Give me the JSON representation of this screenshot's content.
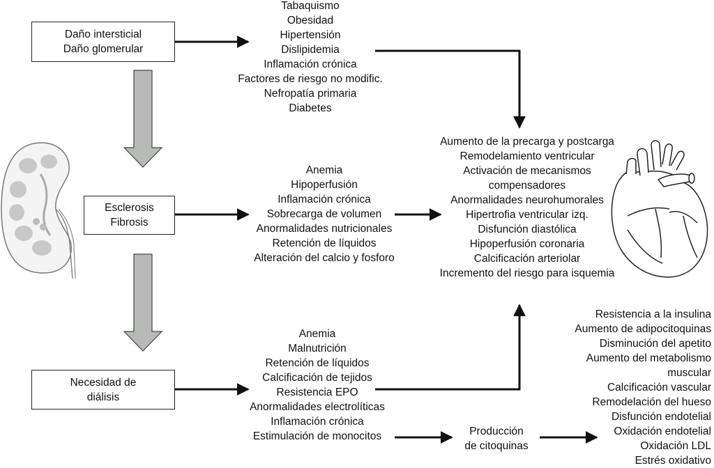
{
  "boxes": {
    "damage": [
      "Daño intersticial",
      "Daño glomerular"
    ],
    "sclerosis": [
      "Esclerosis",
      "Fibrosis"
    ],
    "dialysis": [
      "Necesidad de",
      "diálisis"
    ]
  },
  "lists": {
    "risk_factors": [
      "Tabaquismo",
      "Obesidad",
      "Hipertensión",
      "Dislipidemia",
      "Inflamación crónica",
      "Factores de riesgo no modific.",
      "Nefropatía primaria",
      "Diabetes"
    ],
    "sclerosis_effects": [
      "Anemia",
      "Hipoperfusión",
      "Inflamación crónica",
      "Sobrecarga de volumen",
      "Anormalidades nutricionales",
      "Retención de líquidos",
      "Alteración del calcio y fosforo"
    ],
    "cardiac_effects": [
      "Aumento de la precarga y postcarga",
      "Remodelamiento ventricular",
      "Activación de mecanismos",
      "compensadores",
      "Anormalidades neurohumorales",
      "Hipertrofia ventricular izq.",
      "Disfunción diastólica",
      "Hipoperfusión coronaria",
      "Calcificación arteriolar",
      "Incremento del riesgo para isquemia"
    ],
    "dialysis_effects": [
      "Anemia",
      "Malnutrición",
      "Retención de líquidos",
      "Calcificación de tejidos",
      "Resistencia EPO",
      "Anormalidades electrolíticas",
      "Inflamación crónica",
      "Estimulación de monocitos"
    ],
    "cytokines": [
      "Producción",
      "de citoquinas"
    ],
    "cytokine_effects": [
      "Resistencia a la insulina",
      "Aumento de adipocitoquinas",
      "Disminución del apetito",
      "Aumento del metabolismo",
      "muscular",
      "Calcificación vascular",
      "Remodelación del hueso",
      "Disfunción endotelial",
      "Oxidación endotelial",
      "Oxidación LDL",
      "Estrés oxidativo"
    ]
  },
  "illustrations": {
    "kidney": "kidney-icon",
    "heart": "heart-icon"
  },
  "colors": {
    "line": "#111111",
    "block_arrow_fill": "#b8bab8",
    "block_arrow_stroke": "#444444"
  }
}
